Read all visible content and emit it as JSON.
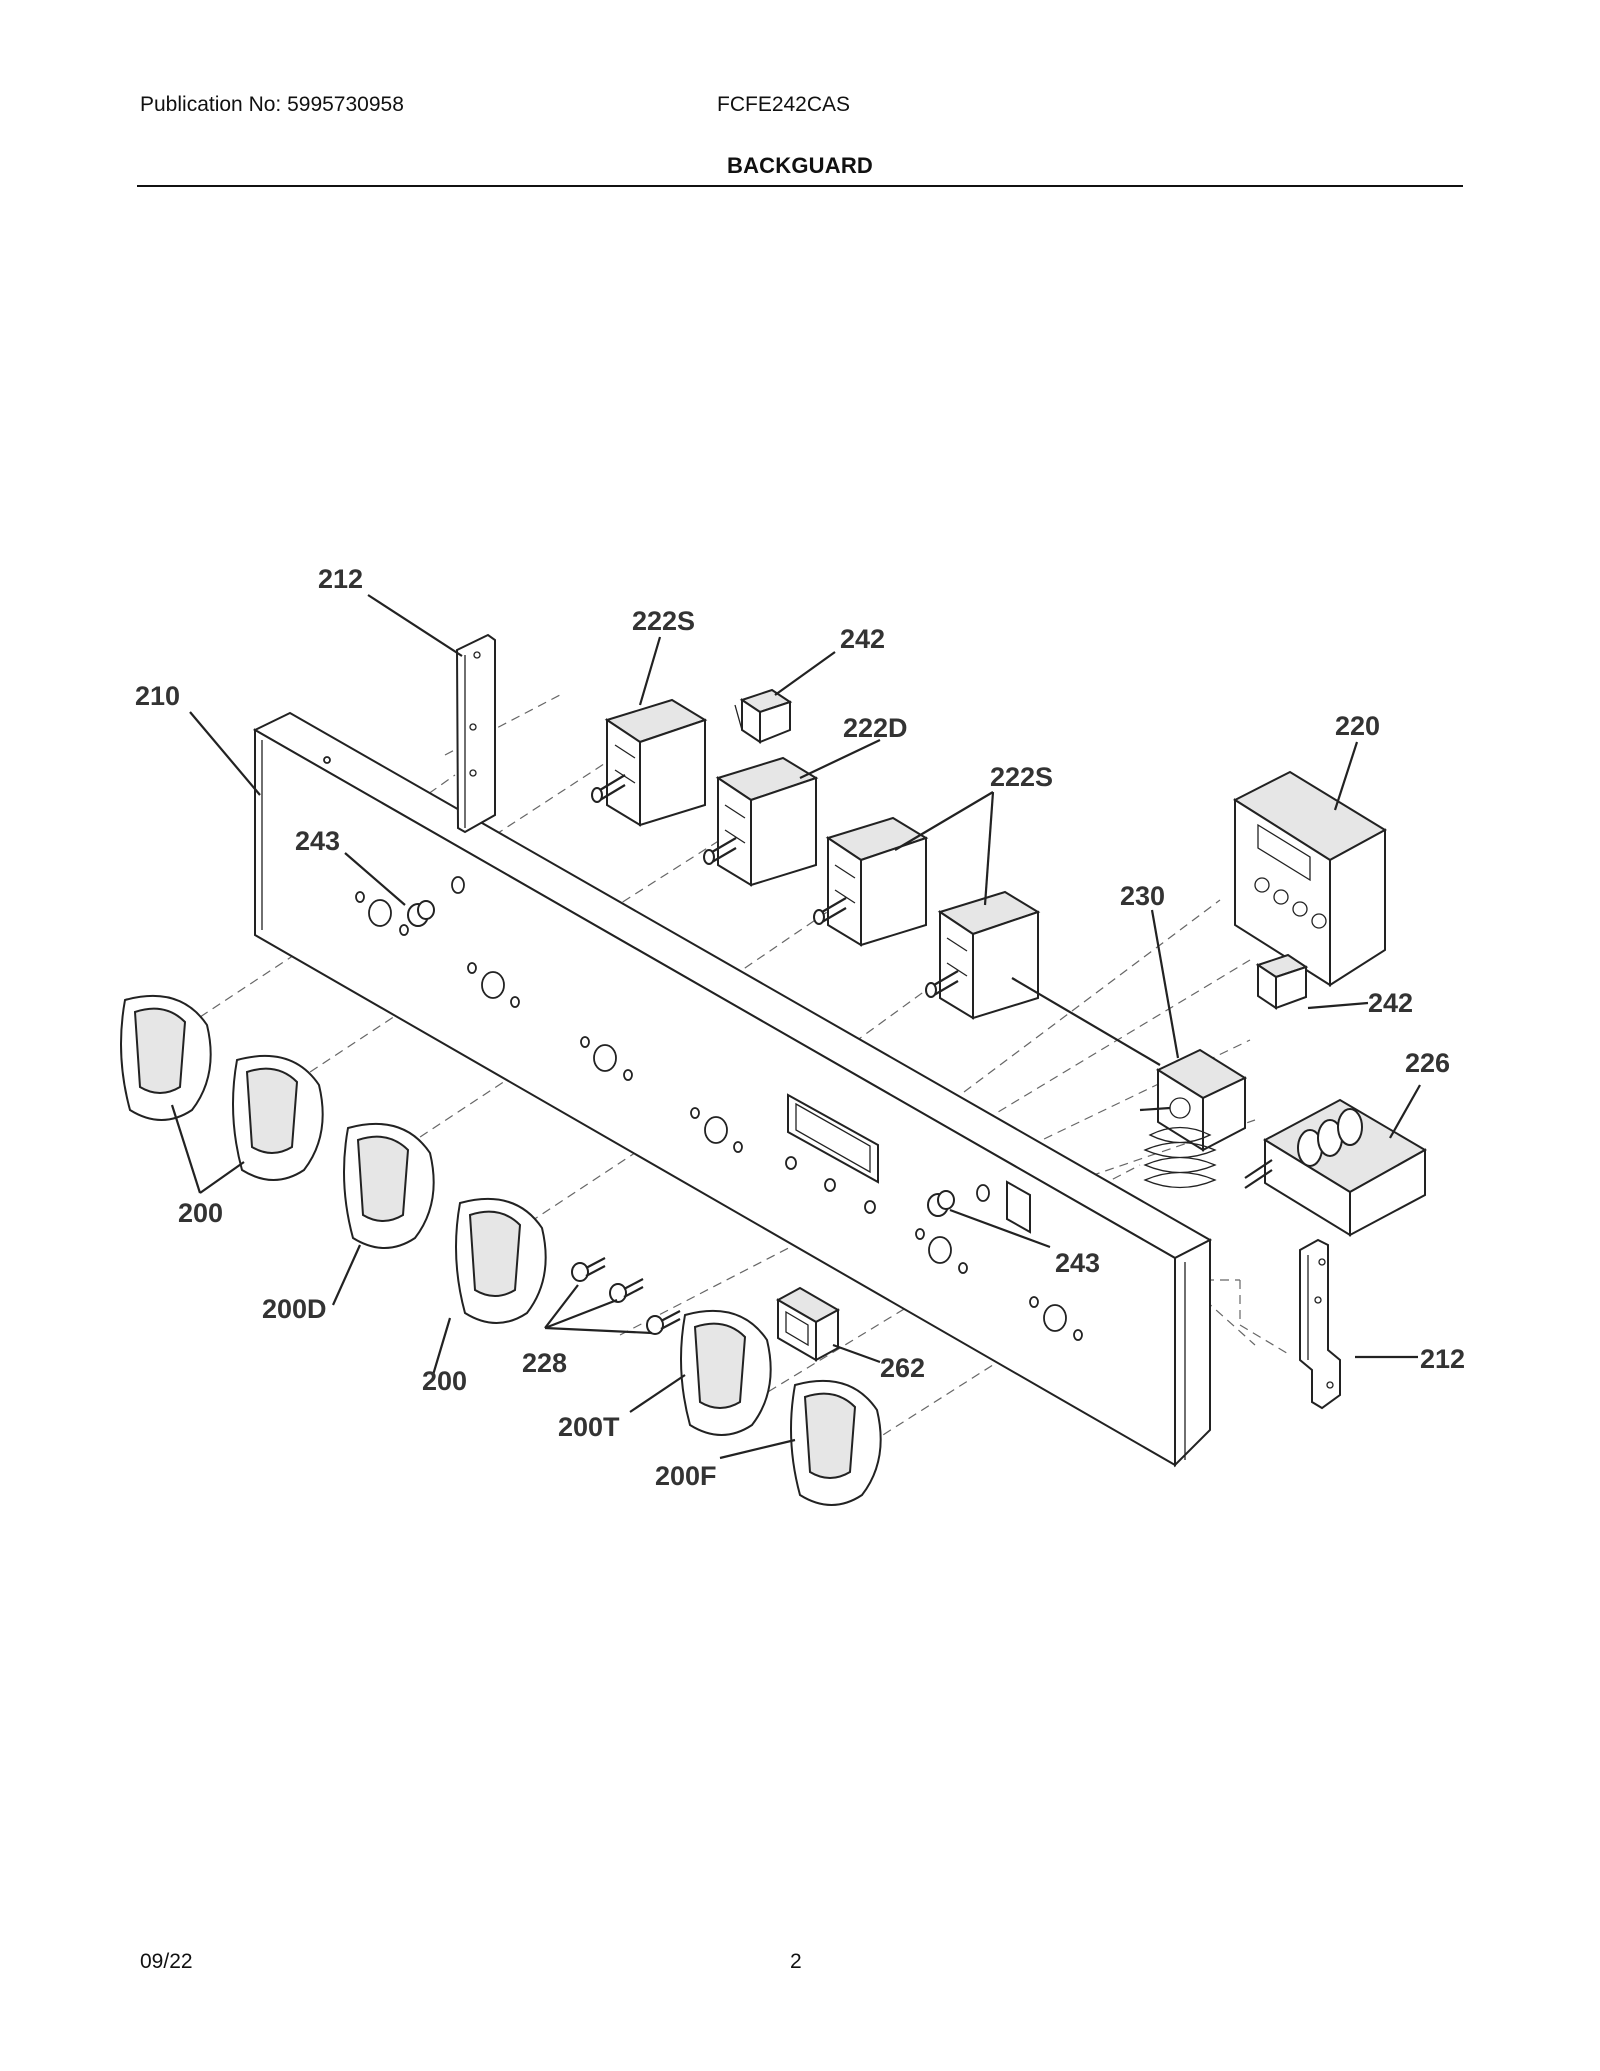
{
  "header": {
    "publication": "Publication No: 5995730958",
    "model": "FCFE242CAS",
    "title": "BACKGUARD"
  },
  "footer": {
    "date": "09/22",
    "page": "2"
  },
  "callouts": {
    "c212a": "212",
    "c222s_a": "222S",
    "c242a": "242",
    "c210": "210",
    "c222d": "222D",
    "c222s_b": "222S",
    "c220": "220",
    "c243a": "243",
    "c230": "230",
    "c242b": "242",
    "c226": "226",
    "c200a": "200",
    "c243b": "243",
    "c200d": "200D",
    "c228": "228",
    "c262": "262",
    "c212b": "212",
    "c200b": "200",
    "c200t": "200T",
    "c200f": "200F"
  }
}
